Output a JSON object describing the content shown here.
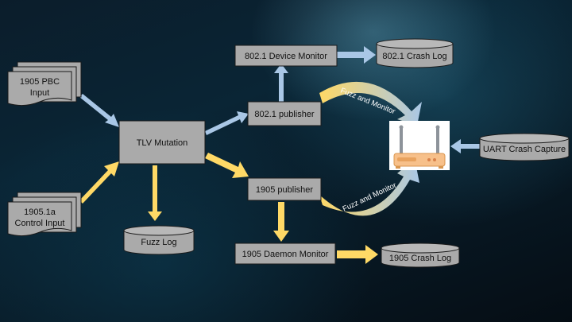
{
  "nodes": {
    "pbc_input": {
      "line1": "1905 PBC",
      "line2": "Input"
    },
    "control_input": {
      "line1": "1905.1a",
      "line2": "Control Input"
    },
    "tlv_mutation": {
      "label": "TLV Mutation"
    },
    "fuzz_log": {
      "label": "Fuzz Log"
    },
    "device_monitor": {
      "label": "802.1 Device Monitor"
    },
    "crash_log_802": {
      "label": "802.1 Crash Log"
    },
    "publisher_802": {
      "label": "802.1 publisher"
    },
    "publisher_1905": {
      "label": "1905 publisher"
    },
    "daemon_monitor": {
      "label": "1905 Daemon Monitor"
    },
    "crash_log_1905": {
      "label": "1905 Crash Log"
    },
    "uart_capture": {
      "label": "UART Crash Capture"
    },
    "router": {
      "icon": "wifi-router-icon"
    }
  },
  "edges": {
    "fuzz_monitor_top": "Fuzz and Monitor",
    "fuzz_monitor_bottom": "Fuzz and Monitor"
  },
  "colors": {
    "blue_arrow": "#a9c7e6",
    "yellow_arrow": "#ffd966",
    "box_fill": "#aaaaaa",
    "box_stroke": "#1a1a1a",
    "router_body": "#f7c08a"
  }
}
